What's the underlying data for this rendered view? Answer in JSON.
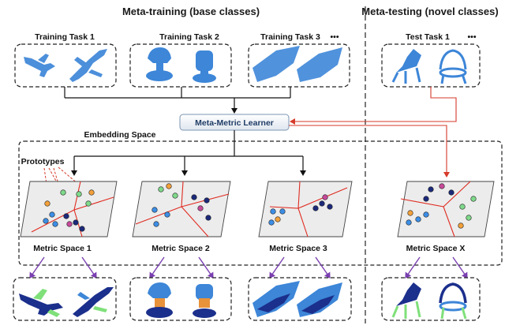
{
  "headers": {
    "meta_training": "Meta-training (base classes)",
    "meta_testing": "Meta-testing (novel classes)"
  },
  "tasks": {
    "training_1": "Training Task 1",
    "training_2": "Training Task 2",
    "training_3": "Training Task 3",
    "test_1": "Test Task 1",
    "more": "•••"
  },
  "learner": "Meta-Metric Learner",
  "embedding_space": "Embedding  Space",
  "prototypes": "Prototypes",
  "metric_spaces": [
    "Metric Space 1",
    "Metric Space 2",
    "Metric Space 3",
    "Metric Space X"
  ],
  "colors": {
    "cloud_blue": "#3d86d8",
    "cloud_dark": "#1b2f8c",
    "seg_green": "#7fe07a",
    "seg_orange": "#e8923a",
    "red_arrow": "#d63a2a",
    "purple_arrow": "#7a3fb0",
    "partition": "#e02b20",
    "dot_blue": "#3c8ee6",
    "dot_navy": "#1c2a7a",
    "dot_green": "#7fd98a",
    "dot_orange": "#f2a03a"
  }
}
